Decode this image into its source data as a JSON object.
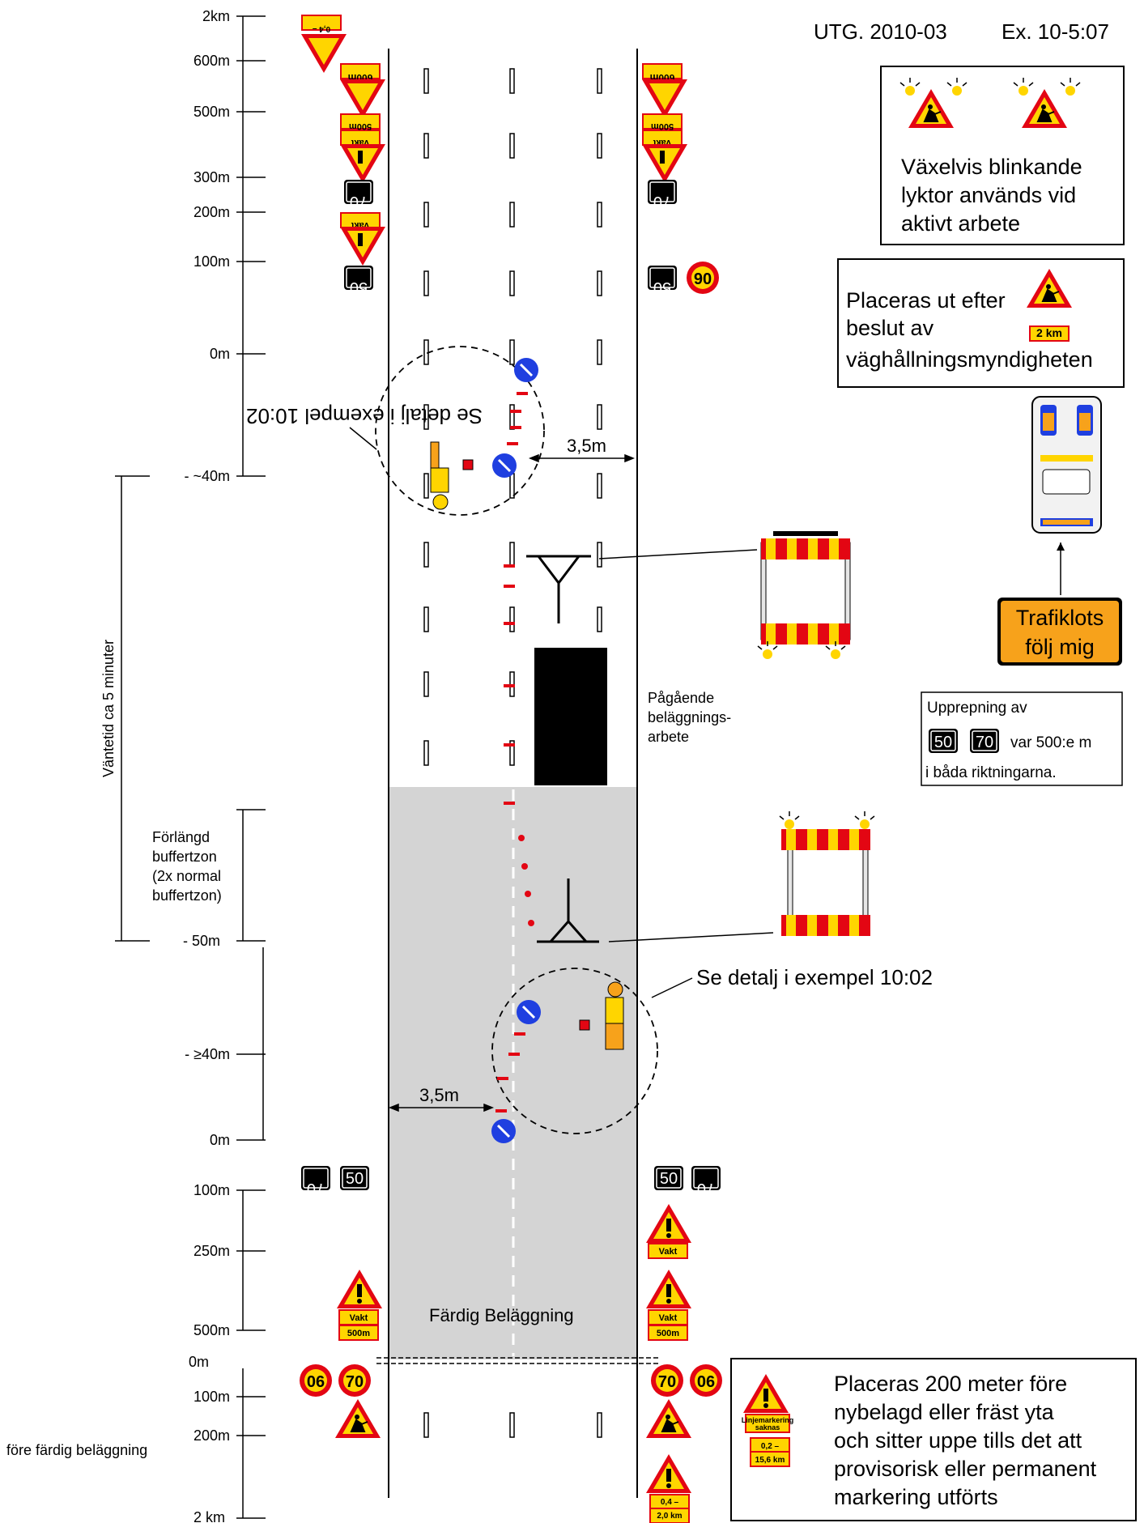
{
  "header": {
    "utg": "UTG. 2010-03",
    "example": "Ex. 10-5:07"
  },
  "scale_top": {
    "labels": [
      "2km",
      "600m",
      "500m",
      "300m",
      "200m",
      "100m",
      "0m",
      "- ~40m"
    ]
  },
  "scale_bottom": {
    "labels": [
      "- 50m",
      "- ≥40m",
      "0m",
      "100m",
      "250m",
      "500m",
      "0m",
      "100m",
      "200m",
      "2 km"
    ]
  },
  "left_notes": {
    "wait_time": "Väntetid ca 5 minuter",
    "buffer": [
      "Förlängd",
      "buffertzon",
      "(2x normal",
      "buffertzon)"
    ],
    "before_paving": "före färdig beläggning"
  },
  "road": {
    "lane_width_label": "3,5m",
    "ongoing_work": [
      "Pågående",
      "beläggnings-",
      "arbete"
    ],
    "finished_paving": "Färdig Beläggning",
    "detail_ref": "Se detalj i exempel 10:02"
  },
  "signs": {
    "vakt": "Vakt",
    "vakt_500": "500m",
    "vakt_600": "600m",
    "dist_2km": "2 km",
    "dist_02_156": [
      "0,2 –",
      "15,6 km"
    ],
    "dist_04_20": [
      "0,4 –",
      "2,0 km"
    ],
    "linjemarkering": [
      "Linjemarkering",
      "saknas"
    ],
    "speed_50": "50",
    "speed_70": "70",
    "speed_90": "90",
    "speed_60": "06"
  },
  "notes": {
    "blinking": [
      "Växelvis blinkande",
      "lyktor används vid",
      "aktivt arbete"
    ],
    "placed_after": [
      "Placeras ut efter",
      "beslut av",
      "väghållningsmyndigheten"
    ],
    "pilot": [
      "Trafiklots",
      "följ mig"
    ],
    "repeat_title": "Upprepning av",
    "repeat_freq": "var 500:e m",
    "repeat_dir": "i båda riktningarna.",
    "placed_200": [
      "Placeras 200 meter före",
      "nybelagd eller fräst yta",
      "och sitter uppe tills det att",
      "provisorisk eller permanent",
      "markering utförts"
    ]
  },
  "colors": {
    "sign_yellow": "#ffd500",
    "sign_red": "#e30613",
    "finished_grey": "#d4d4d4",
    "pilot_orange": "#f7a21b",
    "blue_sign": "#1f3fe0"
  }
}
